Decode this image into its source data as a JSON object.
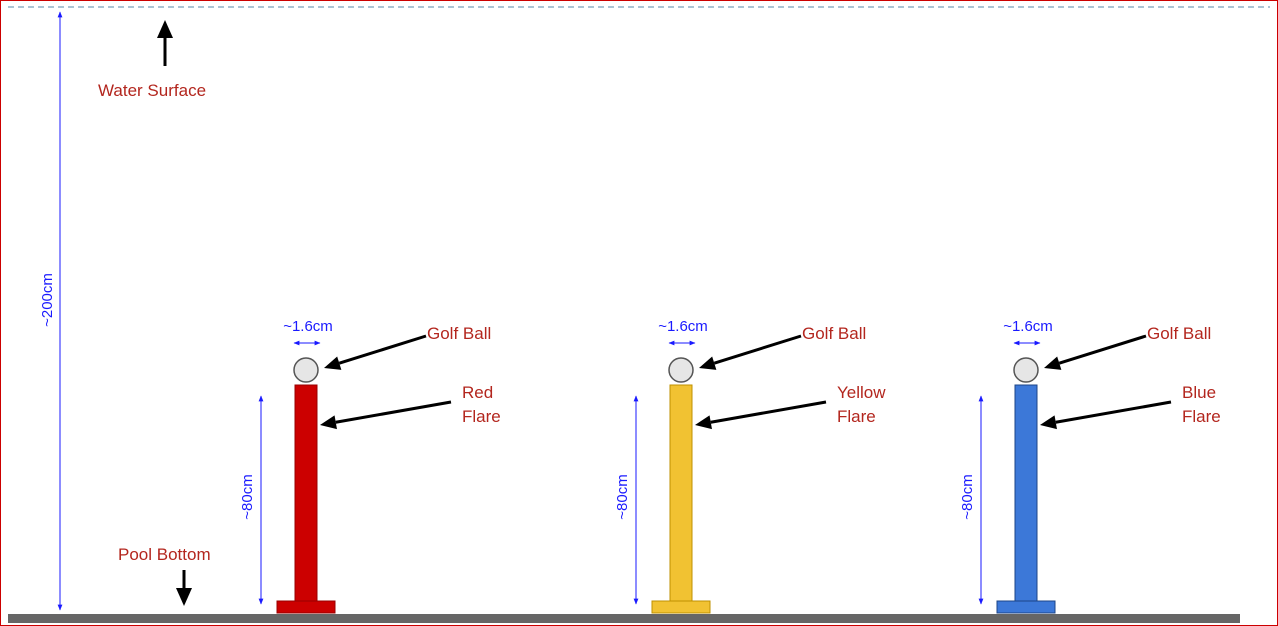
{
  "colors": {
    "frame": "#cc0000",
    "water_line": "#8fb0c6",
    "floor": "#666666",
    "label_text": "#b3261e",
    "dimension": "#1a1aff",
    "arrow": "#000000",
    "ball_fill": "#e6e6e6",
    "ball_stroke": "#555555"
  },
  "labels": {
    "water_surface": "Water Surface",
    "pool_bottom": "Pool Bottom",
    "depth": "~200cm"
  },
  "flares": [
    {
      "color": "#cc0000",
      "ball_label": "Golf Ball",
      "flare_label_line1": "Red",
      "flare_label_line2": "Flare",
      "width_label": "~1.6cm",
      "height_label": "~80cm"
    },
    {
      "color": "#f1c232",
      "ball_label": "Golf Ball",
      "flare_label_line1": "Yellow",
      "flare_label_line2": "Flare",
      "width_label": "~1.6cm",
      "height_label": "~80cm"
    },
    {
      "color": "#3c78d8",
      "ball_label": "Golf Ball",
      "flare_label_line1": "Blue",
      "flare_label_line2": "Flare",
      "width_label": "~1.6cm",
      "height_label": "~80cm"
    }
  ]
}
